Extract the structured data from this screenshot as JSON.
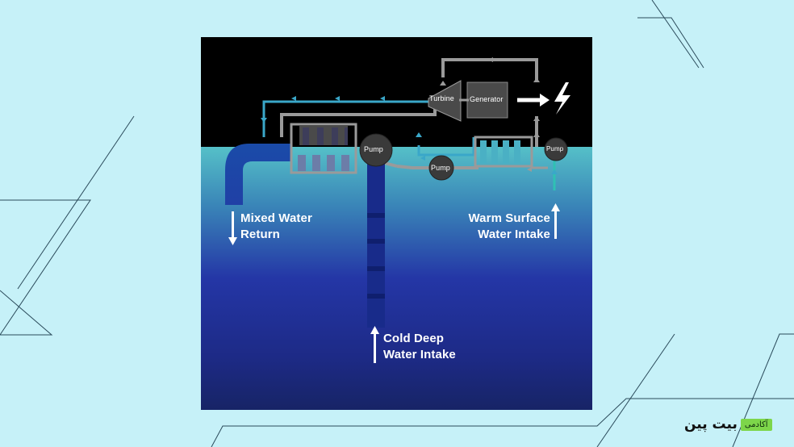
{
  "diagram": {
    "nodes": {
      "turbine": "Turbine",
      "generator": "Generator",
      "pump_cold": "Pump",
      "pump_middle": "Pump",
      "pump_warm": "Pump"
    },
    "labels": {
      "mixed_water_return": [
        "Mixed Water",
        "Return"
      ],
      "warm_surface_intake": [
        "Warm Surface",
        "Water Intake"
      ],
      "cold_deep_intake": [
        "Cold Deep",
        "Water Intake"
      ]
    },
    "icons": {
      "electricity": "lightning-bolt-icon",
      "flow": "arrow-icon"
    },
    "colors": {
      "sky": "#000000",
      "surface_water": "#4fb8c4",
      "deep_water": "#1e2a8a",
      "warm_pipe": "#3aa7c9",
      "working_fluid_pipe": "#9a9a9a",
      "component": "#4a4a4a",
      "frame_background": "#c6f1f8"
    }
  },
  "branding": {
    "logo_word": "بیت پین",
    "logo_badge": "آکادمی"
  }
}
